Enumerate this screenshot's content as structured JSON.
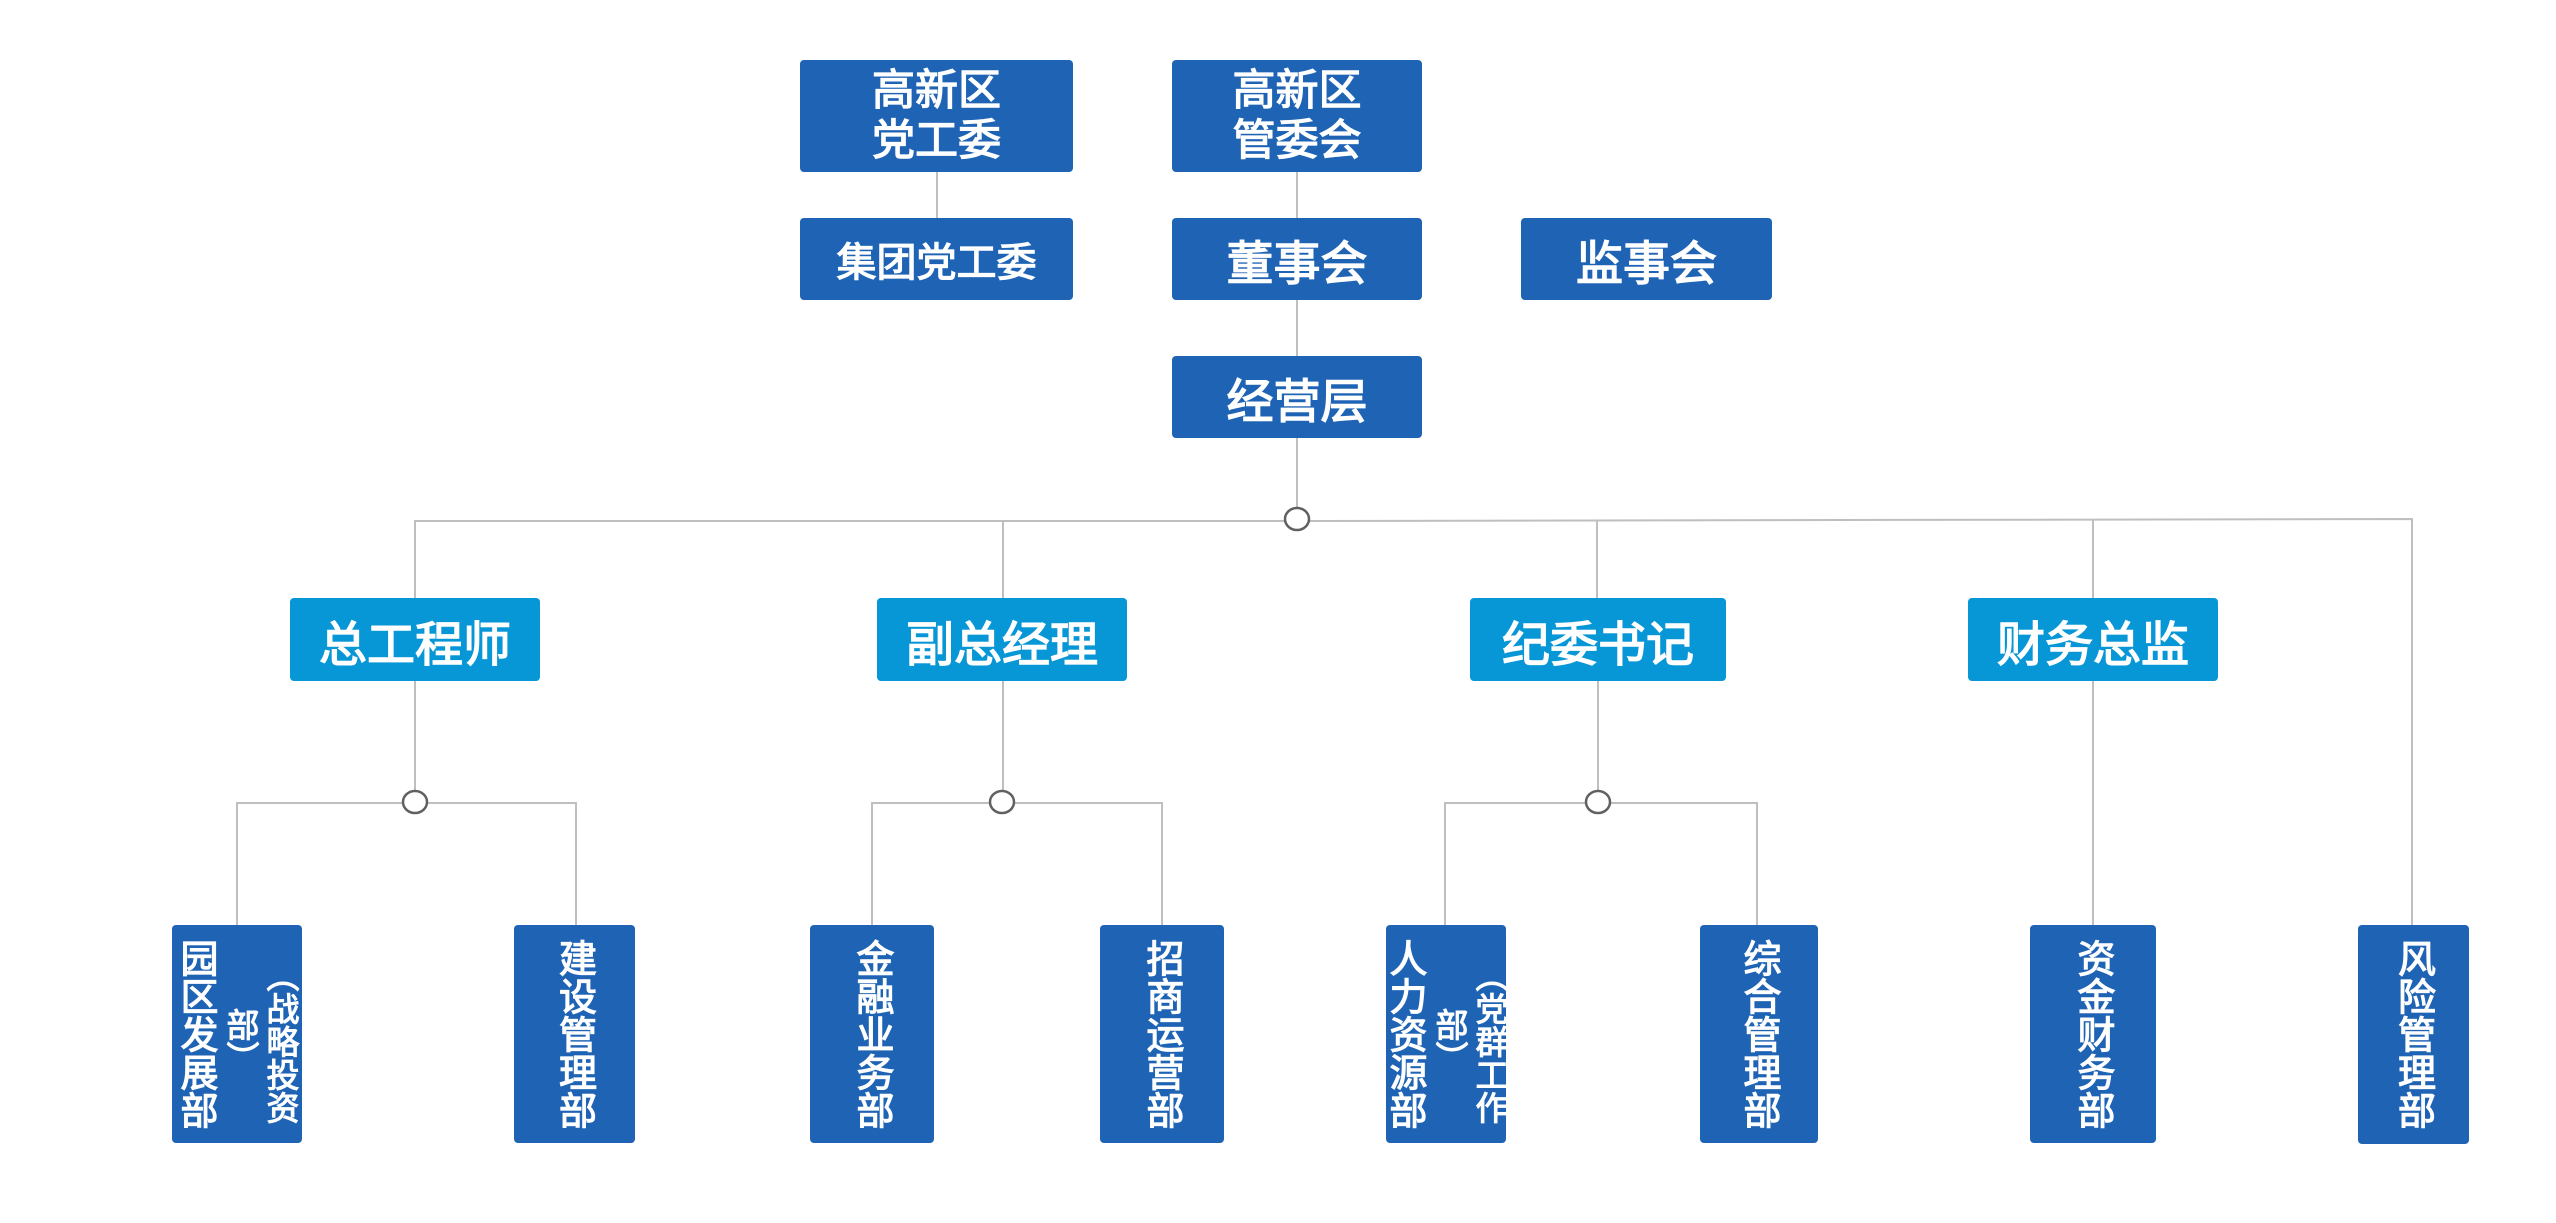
{
  "top": {
    "party_committee": "高新区\n党工委",
    "management_committee": "高新区\n管委会",
    "group_party_committee": "集团党工委",
    "board_of_directors": "董事会",
    "board_of_supervisors": "监事会",
    "management_layer": "经营层"
  },
  "managers": {
    "chief_engineer": "总工程师",
    "deputy_gm": "副总经理",
    "discipline_secretary": "纪委书记",
    "cfo": "财务总监"
  },
  "departments": {
    "park_development": {
      "main": "园区发展部",
      "sub": "（战略投资部）"
    },
    "construction": {
      "main": "建设管理部"
    },
    "finance_business": {
      "main": "金融业务部"
    },
    "investment_operation": {
      "main": "招商运营部"
    },
    "human_resources": {
      "main": "人力资源部",
      "sub": "（党群工作部）"
    },
    "general_management": {
      "main": "综合管理部"
    },
    "capital_finance": {
      "main": "资金财务部"
    },
    "risk_management": {
      "main": "风险管理部"
    }
  },
  "colors": {
    "dark_box": "#1f63b5",
    "light_box": "#0796d6",
    "connector": "#bfbfbf",
    "node_circle": "#606060"
  }
}
